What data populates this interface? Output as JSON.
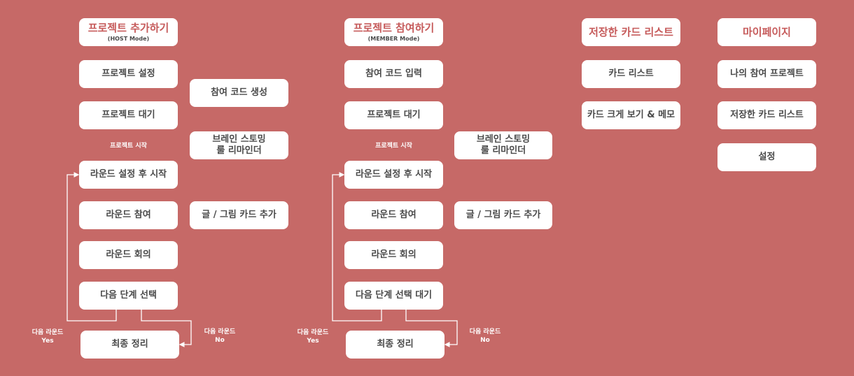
{
  "host": {
    "title": "프로젝트 추가하기",
    "subtitle": "(HOST Mode)",
    "settings": "프로젝트 설정",
    "wait": "프로젝트 대기",
    "start_label": "프로젝트 시작",
    "round_setup": "라운드 설정 후 시작",
    "round_join": "라운드 참여",
    "round_meeting": "라운드 회의",
    "next_step": "다음 단계 선택",
    "final": "최종 정리",
    "yes_label": [
      "다음 라운드",
      "Yes"
    ],
    "no_label": [
      "다음 라운드",
      "No"
    ],
    "side": {
      "code_gen": "참여 코드 생성",
      "reminder": [
        "브레인 스토밍",
        "룰 리마인더"
      ],
      "card_add": "글 / 그림 카드 추가"
    }
  },
  "member": {
    "title": "프로젝트 참여하기",
    "subtitle": "(MEMBER Mode)",
    "code_input": "참여 코드 입력",
    "wait": "프로젝트 대기",
    "start_label": "프로젝트 시작",
    "round_setup": "라운드 설정 후 시작",
    "round_join": "라운드 참여",
    "round_meeting": "라운드 회의",
    "next_step": "다음 단계 선택 대기",
    "final": "최종 정리",
    "yes_label": [
      "다음 라운드",
      "Yes"
    ],
    "no_label": [
      "다음 라운드",
      "No"
    ],
    "side": {
      "reminder": [
        "브레인 스토밍",
        "룰 리마인더"
      ],
      "card_add": "글 / 그림 카드 추가"
    }
  },
  "saved": {
    "title": "저장한 카드 리스트",
    "card_list": "카드 리스트",
    "card_view": "카드 크게 보기 & 메모"
  },
  "mypage": {
    "title": "마이페이지",
    "my_projects": "나의 참여 프로젝트",
    "saved_cards": "저장한 카드 리스트",
    "settings": "설정"
  }
}
